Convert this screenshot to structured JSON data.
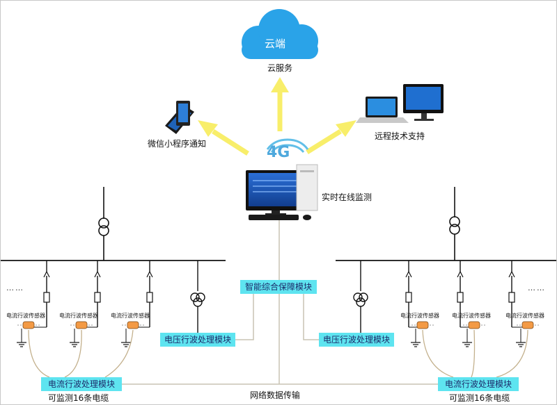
{
  "cloud": {
    "title": "云端",
    "label": "云服务"
  },
  "badge_4g": "4G",
  "nodes": {
    "wechat": "微信小程序通知",
    "remote": "远程技术支持",
    "monitor": "实时在线监测"
  },
  "modules": {
    "smart": "智能综合保障模块",
    "voltage_left": "电压行波处理模块",
    "voltage_right": "电压行波处理模块",
    "current_left": "电流行波处理模块",
    "current_right": "电流行波处理模块"
  },
  "sensor_label": "电流行波传感器",
  "ellipsis": "……",
  "cable_note": "可监测16条电缆",
  "network_label": "网络数据传输",
  "colors": {
    "arrow": "#f8ee6a",
    "module_box": "#5ee4f0",
    "cloud": "#2aa3e8",
    "sensor": "#f39a45",
    "cable": "#c3b08c"
  }
}
